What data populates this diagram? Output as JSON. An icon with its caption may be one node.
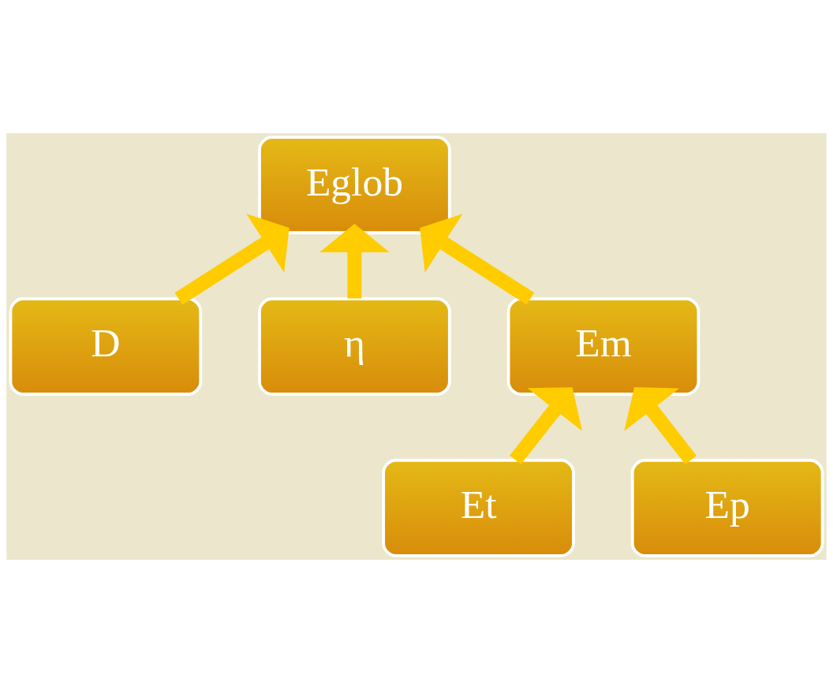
{
  "diagram": {
    "nodes": [
      {
        "text": [
          "Eglob"
        ]
      },
      {
        "text": [
          "D"
        ]
      },
      {
        "text": [
          "η"
        ]
      },
      {
        "text": [
          "Em"
        ]
      },
      {
        "text": [
          "Et"
        ]
      },
      {
        "text": [
          "Ep"
        ]
      }
    ],
    "edges": [
      {
        "from": 1,
        "to": 0,
        "arrow": "to"
      },
      {
        "from": 2,
        "to": 0,
        "arrow": "to"
      },
      {
        "from": 3,
        "to": 0,
        "arrow": "to"
      },
      {
        "from": 4,
        "to": 3,
        "arrow": "to"
      },
      {
        "from": 5,
        "to": 3,
        "arrow": "to"
      }
    ]
  }
}
